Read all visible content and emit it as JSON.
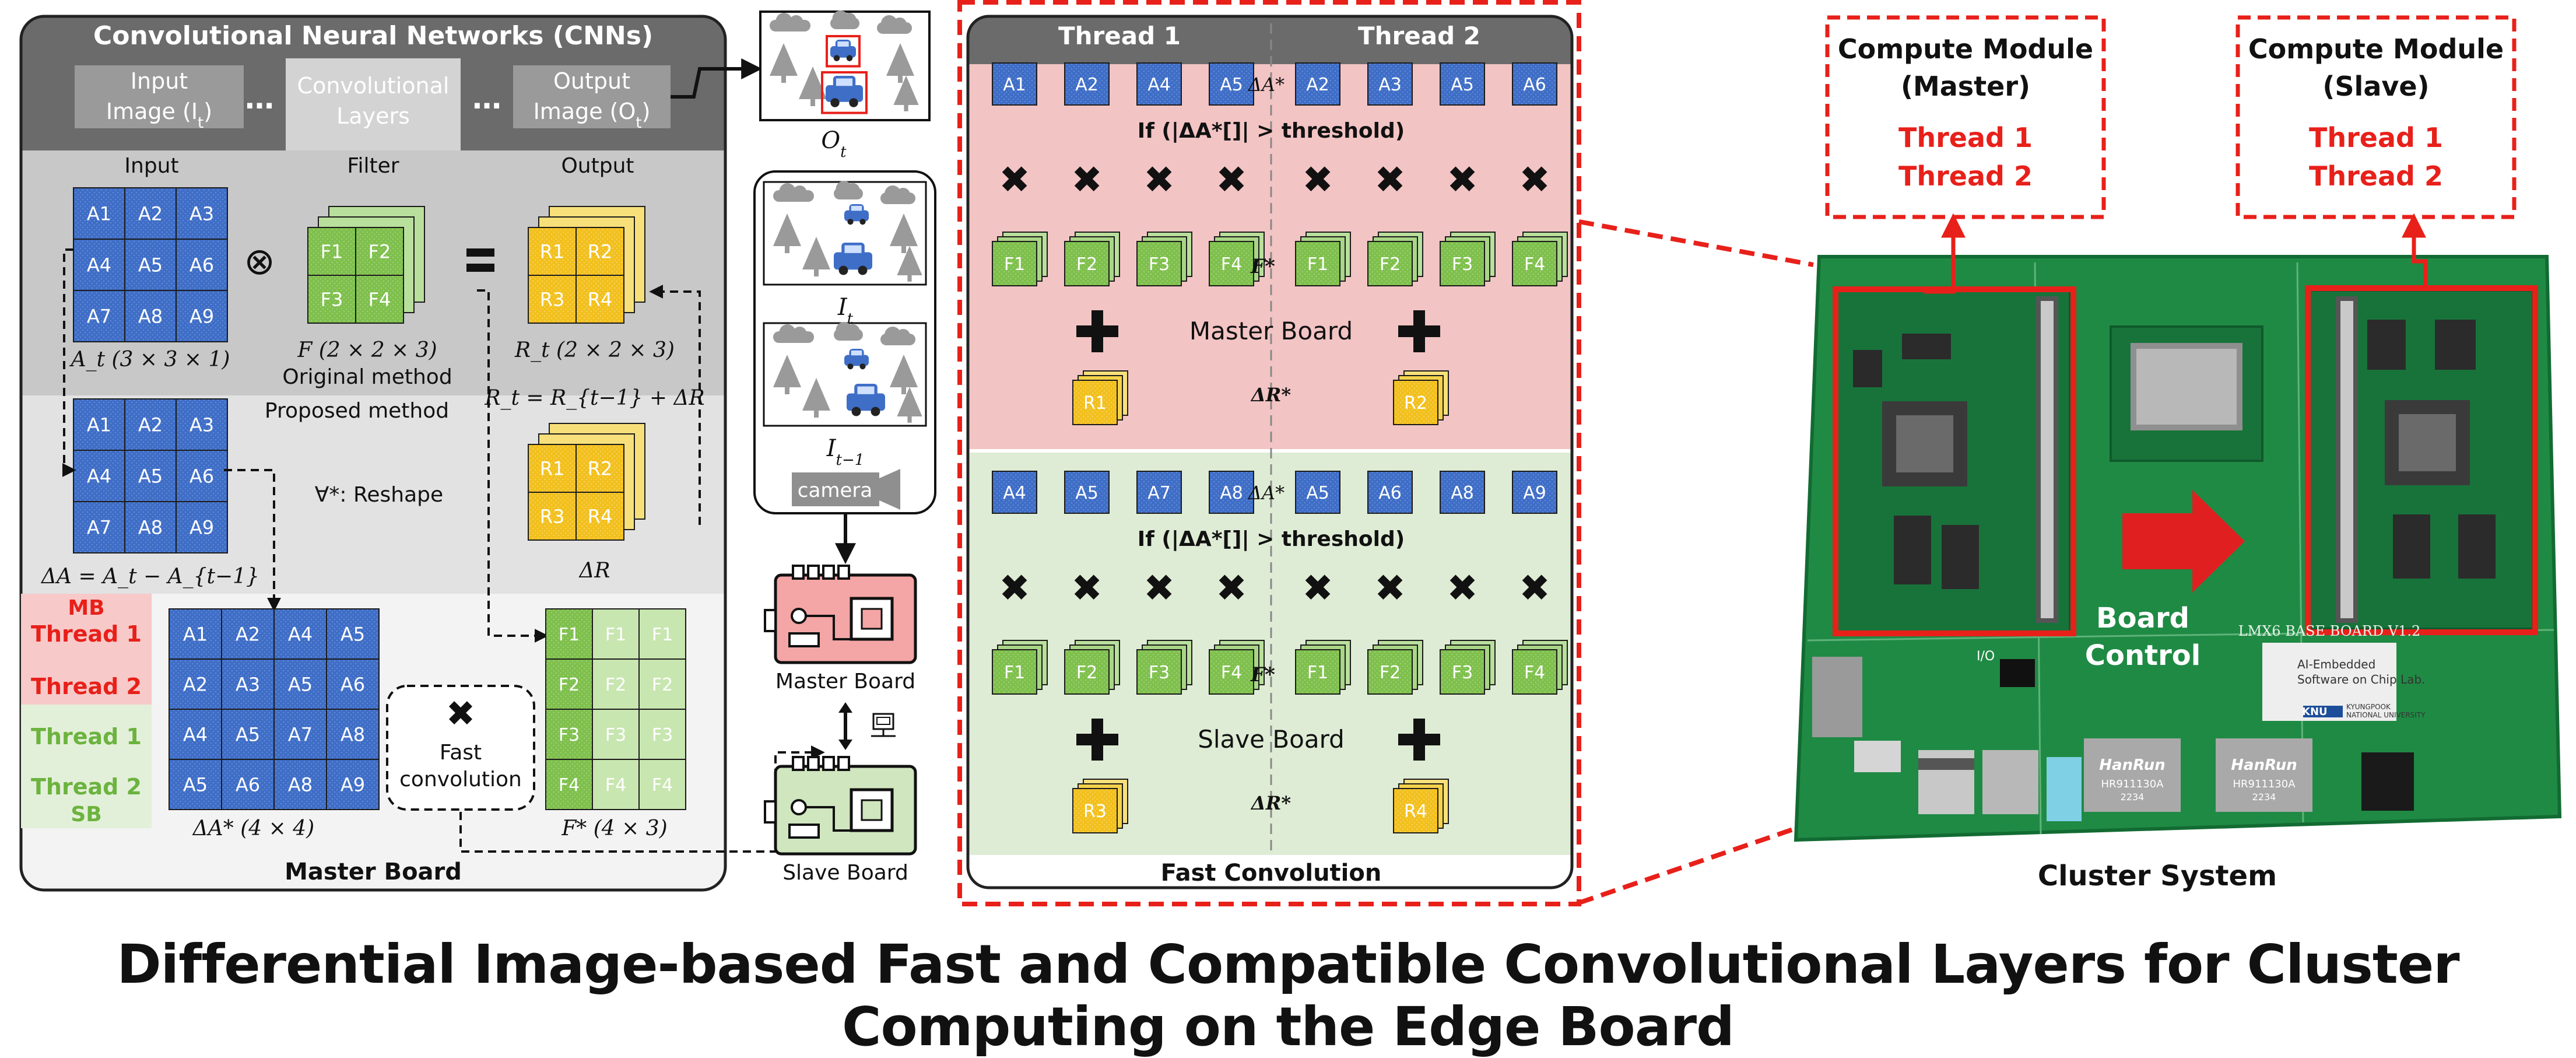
{
  "cnn": {
    "title": "Convolutional Neural Networks (CNNs)",
    "input_image_line1": "Input",
    "input_image_line2": "Image (I",
    "input_image_sub": "t",
    "conv_line1": "Convolutional",
    "conv_line2": "Layers",
    "output_image_line1": "Output",
    "output_image_line2": "Image (O",
    "output_image_sub": "t",
    "ellipsis": "…",
    "col_input": "Input",
    "col_filter": "Filter",
    "col_output": "Output",
    "at_cells": [
      "A1",
      "A2",
      "A3",
      "A4",
      "A5",
      "A6",
      "A7",
      "A8",
      "A9"
    ],
    "at_label": "A_t (3 × 3 × 1)",
    "filter_cells": [
      "F1",
      "F2",
      "F3",
      "F4"
    ],
    "filter_label": "F (2 × 2 × 3)",
    "original_method": "Original method",
    "proposed_method": "Proposed method",
    "rt_cells": [
      "R1",
      "R2",
      "R3",
      "R4"
    ],
    "rt_label": "R_t (2 × 2 × 3)",
    "rt_formula": "R_t = R_{t−1} + ΔR",
    "dA_cells": [
      "A1",
      "A2",
      "A3",
      "A4",
      "A5",
      "A6",
      "A7",
      "A8",
      "A9"
    ],
    "dA_label": "ΔA = A_t − A_{t−1}",
    "reshape_note": "∀*: Reshape",
    "dR_cells": [
      "R1",
      "R2",
      "R3",
      "R4"
    ],
    "dR_label": "ΔR",
    "mb_tag": "MB",
    "sb_tag": "SB",
    "threads": [
      "Thread 1",
      "Thread 2",
      "Thread 1",
      "Thread 2"
    ],
    "dAstar_rows": [
      [
        "A1",
        "A2",
        "A4",
        "A5"
      ],
      [
        "A2",
        "A3",
        "A5",
        "A6"
      ],
      [
        "A4",
        "A5",
        "A7",
        "A8"
      ],
      [
        "A5",
        "A6",
        "A8",
        "A9"
      ]
    ],
    "dAstar_label": "ΔA* (4 × 4)",
    "fast_conv_line1": "Fast",
    "fast_conv_line2": "convolution",
    "fstar_rows": [
      [
        "F1",
        "F1",
        "F1"
      ],
      [
        "F2",
        "F2",
        "F2"
      ],
      [
        "F3",
        "F3",
        "F3"
      ],
      [
        "F4",
        "F4",
        "F4"
      ]
    ],
    "fstar_label": "F* (4 × 3)",
    "footer": "Master Board"
  },
  "middle": {
    "ot_label": "O",
    "ot_sub": "t",
    "it_label": "I",
    "it_sub": "t",
    "it1_label": "I",
    "it1_sub": "t−1",
    "camera": "camera",
    "master_board": "Master Board",
    "slave_board": "Slave Board"
  },
  "fast": {
    "thread1": "Thread 1",
    "thread2": "Thread 2",
    "master_row_left": [
      "A1",
      "A2",
      "A4",
      "A5"
    ],
    "master_row_right": [
      "A2",
      "A3",
      "A5",
      "A6"
    ],
    "slave_row_left": [
      "A4",
      "A5",
      "A7",
      "A8"
    ],
    "slave_row_right": [
      "A5",
      "A6",
      "A8",
      "A9"
    ],
    "delta_astar": "ΔA*",
    "condition": "If (|ΔA*[]| > threshold)",
    "f_cells": [
      "F1",
      "F2",
      "F3",
      "F4"
    ],
    "fstar": "F*",
    "master_board": "Master Board",
    "slave_board": "Slave Board",
    "delta_r": "ΔR*",
    "r_outputs": [
      "R1",
      "R2",
      "R3",
      "R4"
    ],
    "footer": "Fast Convolution"
  },
  "cluster": {
    "master_module_line1": "Compute Module",
    "master_module_line2": "(Master)",
    "slave_module_line1": "Compute Module",
    "slave_module_line2": "(Slave)",
    "thread1": "Thread 1",
    "thread2": "Thread 2",
    "board_control_line1": "Board",
    "board_control_line2": "Control",
    "base_board": "LMX6 BASE BOARD V1.2",
    "lab_line1": "AI-Embedded",
    "lab_line2": "Software on Chip Lab.",
    "knu": "KNU",
    "knu_sub1": "KYUNGPOOK",
    "knu_sub2": "NATIONAL UNIVERSITY",
    "hanrun": "HanRun",
    "hanrun_part": "HR911130A",
    "hanrun_code": "2234",
    "io": "I/O",
    "caption": "Cluster System"
  },
  "main_title": "Differential Image-based Fast and Compatible Convolutional Layers for Cluster Computing on the Edge Board",
  "colors": {
    "blue_cell": "#3f6ec7",
    "green_cell": "#7fc04d",
    "light_green_cell": "#c8e6b0",
    "yellow_cell": "#f2c01e",
    "red_accent": "#e8201a",
    "green_text": "#6cb33f",
    "pink_panel": "#f3c4c4",
    "green_panel": "#dfecd5",
    "pcb_green": "#1f8a44",
    "header_gray": "#6b6b6b"
  }
}
